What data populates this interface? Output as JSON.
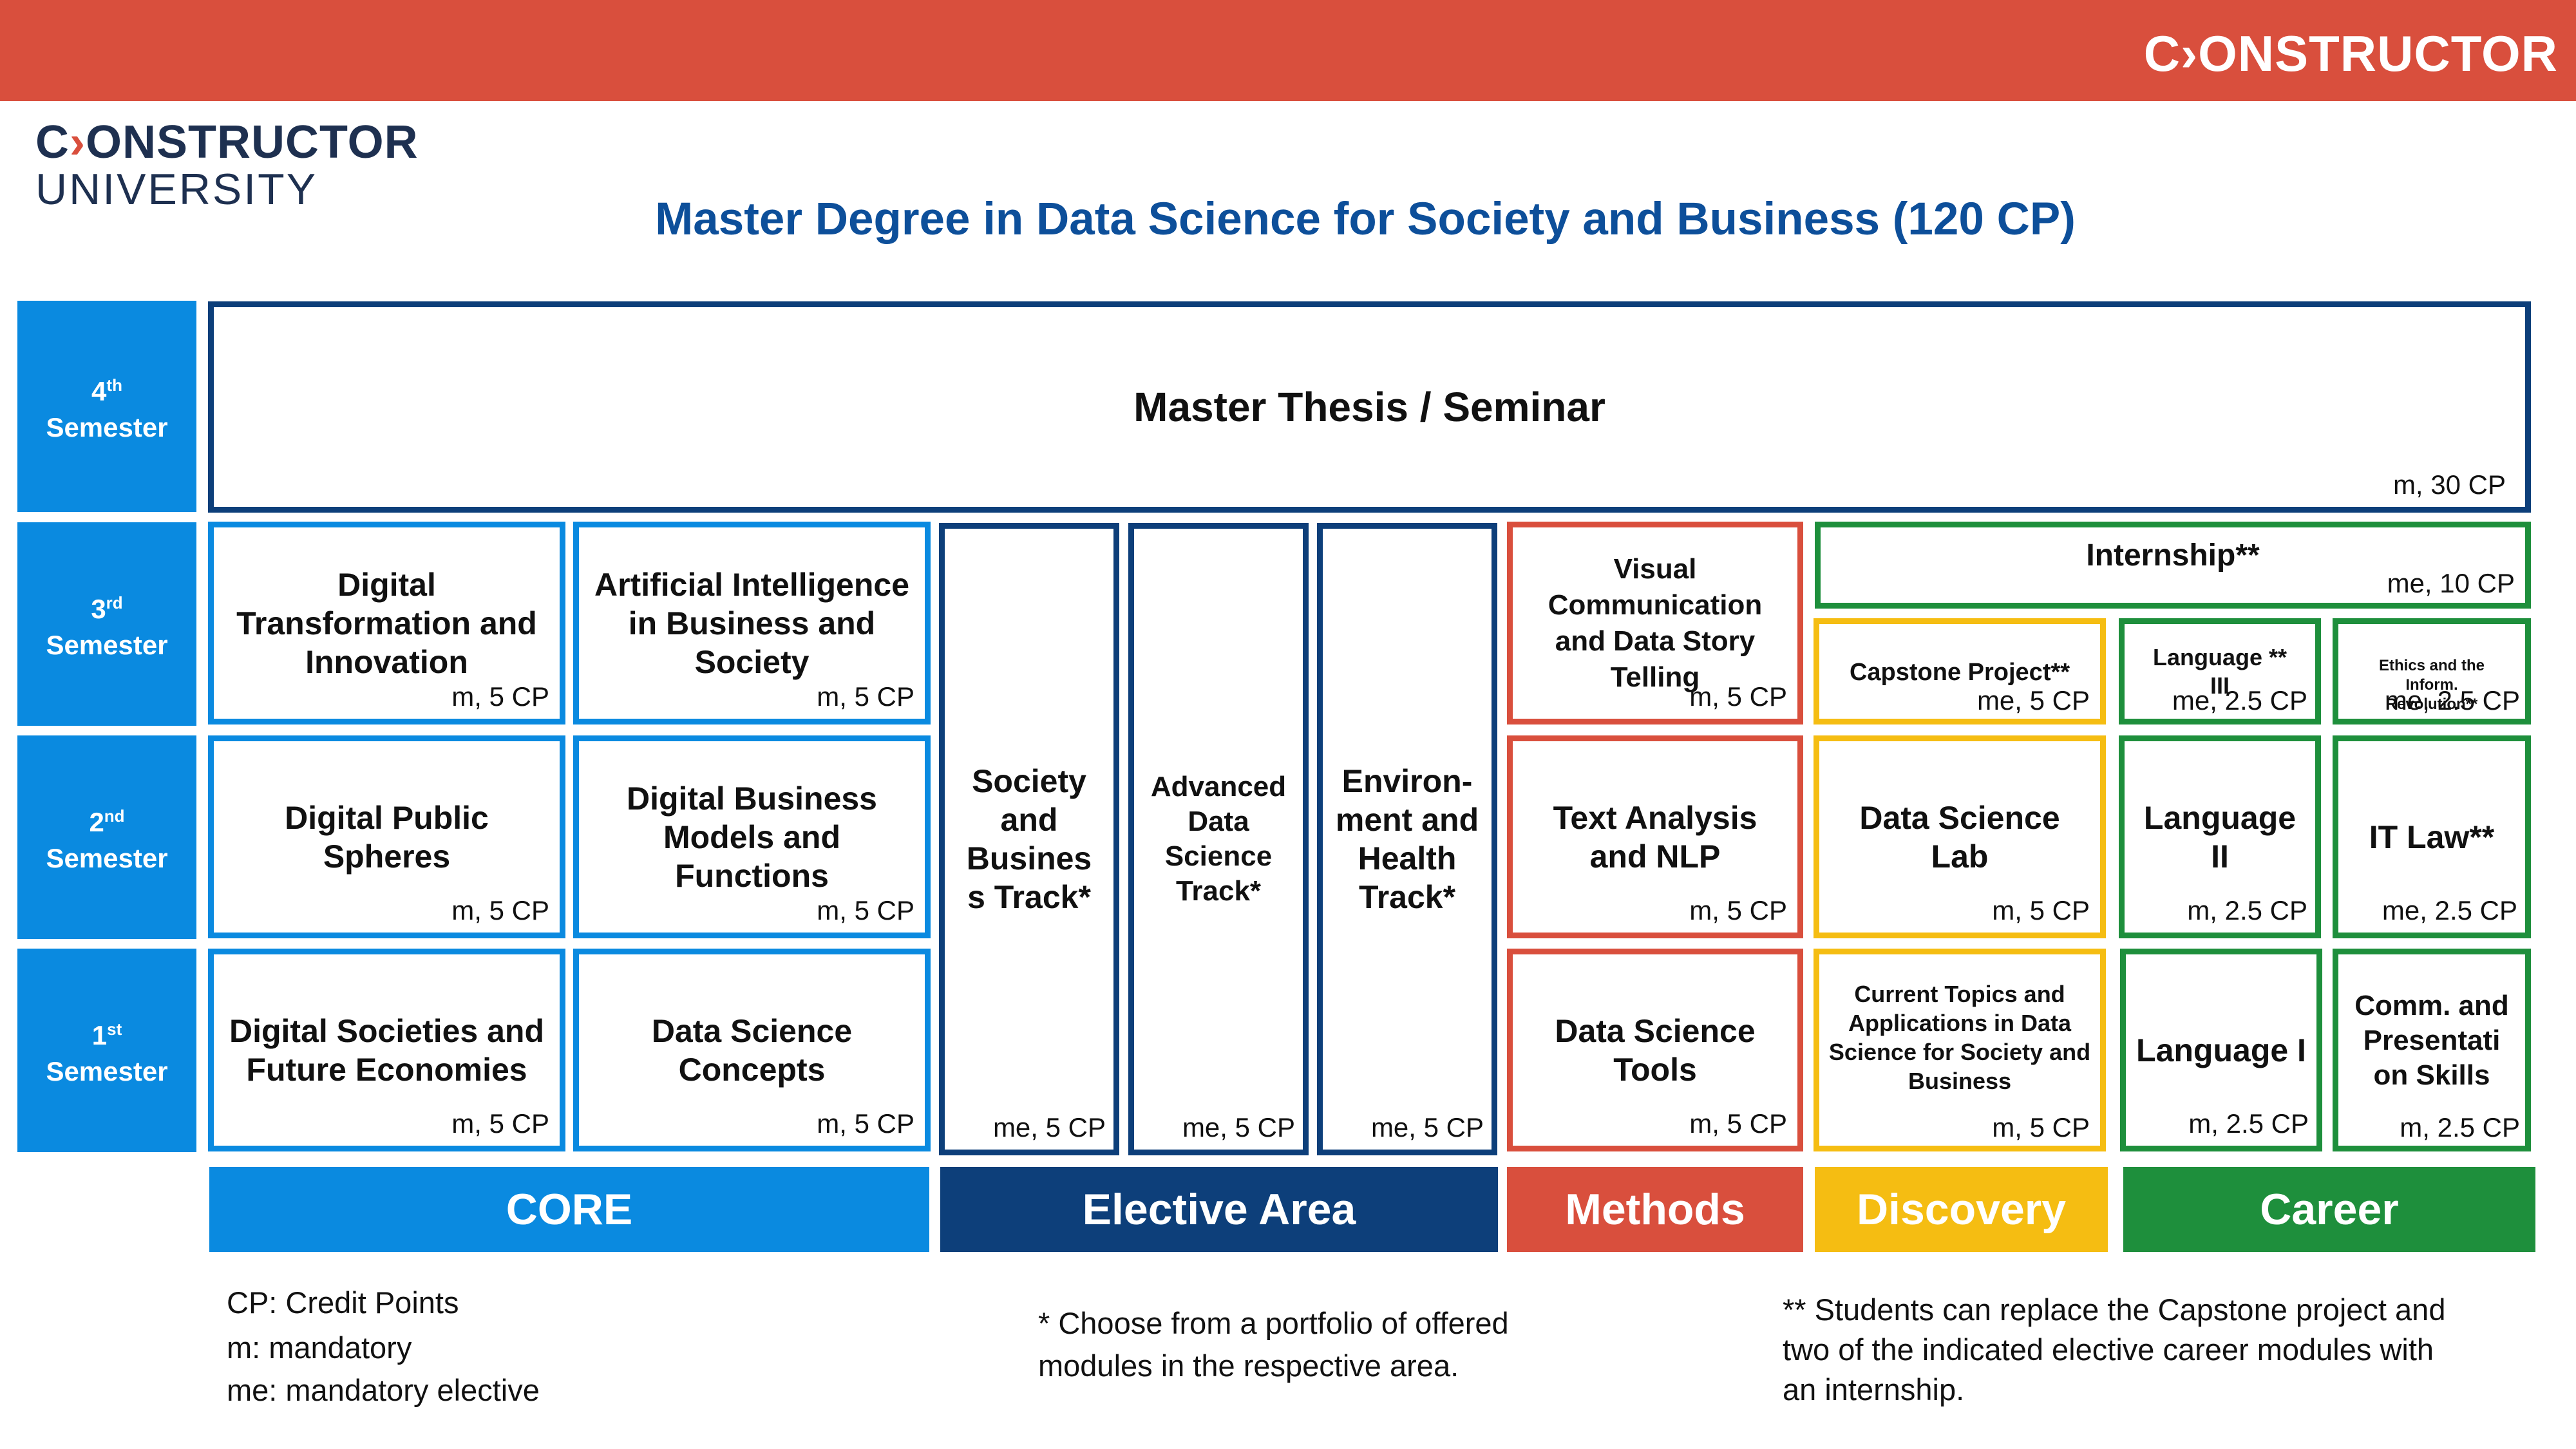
{
  "header": {
    "brand": "C›ONSTRUCTOR"
  },
  "logo": {
    "line1_pre": "C",
    "line1_arrow": "›",
    "line1_post": "ONSTRUCTOR",
    "line2": "UNIVERSITY"
  },
  "title": "Master Degree in Data Science for Society and Business (120 CP)",
  "semesters": [
    {
      "ord": "4",
      "sup": "th",
      "label": "Semester"
    },
    {
      "ord": "3",
      "sup": "rd",
      "label": "Semester"
    },
    {
      "ord": "2",
      "sup": "nd",
      "label": "Semester"
    },
    {
      "ord": "1",
      "sup": "st",
      "label": "Semester"
    }
  ],
  "modules": {
    "thesis": {
      "name": "Master Thesis / Seminar",
      "cp": "m, 30 CP"
    },
    "dig_transform": {
      "name": "Digital Transformation and Innovation",
      "cp": "m, 5 CP"
    },
    "ai_business": {
      "name": "Artificial Intelligence in Business and Society",
      "cp": "m, 5 CP"
    },
    "dig_public": {
      "name": "Digital Public Spheres",
      "cp": "m, 5 CP"
    },
    "dig_business": {
      "name": "Digital Business Models and Functions",
      "cp": "m, 5 CP"
    },
    "dig_societies": {
      "name": "Digital Societies and Future Economies",
      "cp": "m, 5 CP"
    },
    "ds_concepts": {
      "name": "Data Science Concepts",
      "cp": "m, 5 CP"
    },
    "society_track": {
      "name": "Society and Busines s Track*",
      "cp": "me, 5 CP"
    },
    "ads_track": {
      "name": "Advanced Data Science Track*",
      "cp": "me, 5 CP"
    },
    "env_track": {
      "name": "Environ- ment and Health Track*",
      "cp": "me, 5 CP"
    },
    "visual_comm": {
      "name": "Visual Communication and Data Story Telling",
      "cp": "m, 5 CP"
    },
    "text_nlp": {
      "name": "Text Analysis and NLP",
      "cp": "m, 5 CP"
    },
    "ds_tools": {
      "name": "Data Science Tools",
      "cp": "m, 5 CP"
    },
    "internship": {
      "name": "Internship**",
      "cp": "me, 10 CP"
    },
    "capstone": {
      "name": "Capstone Project**",
      "cp": "me, 5 CP"
    },
    "lang3": {
      "name": "Language ** III",
      "cp": "me, 2.5 CP"
    },
    "ethics": {
      "name": "Ethics and the Inform. Revolution**",
      "cp": "me, 2.5 CP"
    },
    "ds_lab": {
      "name": "Data Science Lab",
      "cp": "m, 5 CP"
    },
    "lang2": {
      "name": "Language II",
      "cp": "m, 2.5 CP"
    },
    "it_law": {
      "name": "IT Law**",
      "cp": "me, 2.5 CP"
    },
    "current_topics": {
      "name": "Current Topics and Applications in Data Science for Society and Business",
      "cp": "m, 5 CP"
    },
    "lang1": {
      "name": "Language I",
      "cp": "m, 2.5 CP"
    },
    "comm_skills": {
      "name": "Comm. and Presentati on Skills",
      "cp": "m, 2.5 CP"
    }
  },
  "categories": {
    "core": {
      "label": "CORE",
      "color": "#0a8ae0"
    },
    "elective": {
      "label": "Elective Area",
      "color": "#0d3f7a"
    },
    "methods": {
      "label": "Methods",
      "color": "#d94f3d"
    },
    "discovery": {
      "label": "Discovery",
      "color": "#f5bd12"
    },
    "career": {
      "label": "Career",
      "color": "#1e8f3c"
    }
  },
  "legend": {
    "l1": "CP: Credit Points",
    "l2": "m:   mandatory",
    "l3": "me: mandatory elective"
  },
  "footnote1": {
    "l1": "* Choose from a portfolio of offered",
    "l2": "modules in the respective area."
  },
  "footnote2": {
    "l1": "** Students can replace the Capstone project and",
    "l2": "two of the indicated elective career modules with",
    "l3": "an internship."
  }
}
